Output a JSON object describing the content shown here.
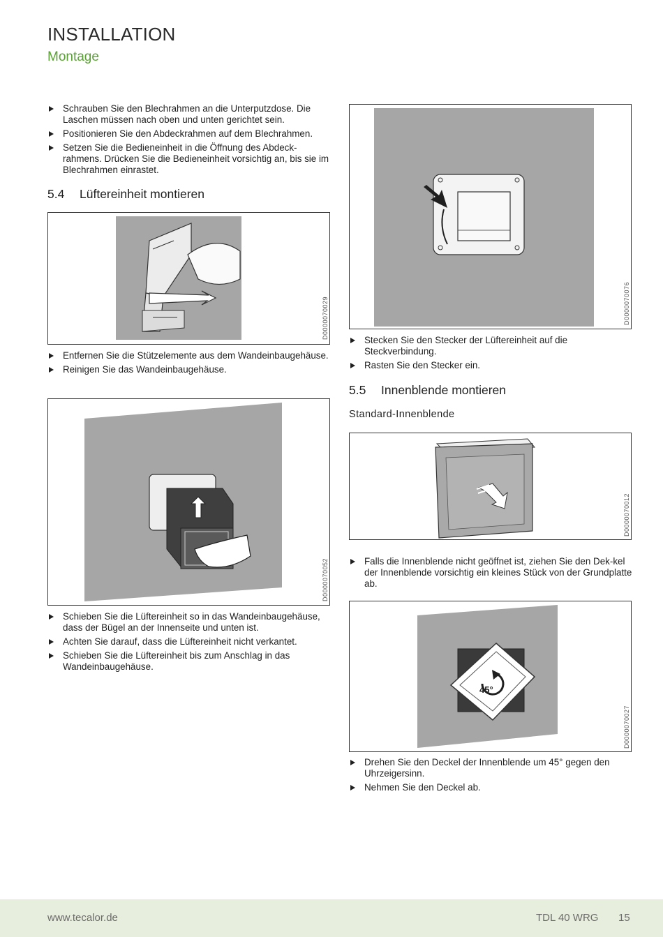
{
  "header": {
    "title": "INSTALLATION",
    "subtitle": "Montage"
  },
  "left": {
    "bullets_top": [
      "Schrauben Sie den Blechrahmen an die Unterputzdose. Die Laschen müssen nach oben und unten gerichtet sein.",
      "Positionieren Sie den Abdeckrahmen auf dem Blechrahmen.",
      "Setzen Sie die Bedieneinheit in die Öffnung des Abdeck-rahmens. Drücken Sie die Bedieneinheit vorsichtig an, bis sie im Blechrahmen einrastet."
    ],
    "section_54": {
      "number": "5.4",
      "title": "Lüftereinheit montieren"
    },
    "fig1_code": "D0000070029",
    "bullets_mid": [
      "Entfernen Sie die Stützelemente aus dem Wandeinbaugehäuse.",
      "Reinigen Sie das Wandeinbaugehäuse."
    ],
    "fig2_code": "D0000070052",
    "bullets_bottom": [
      "Schieben Sie die Lüftereinheit so in das Wandeinbaugehäuse, dass der Bügel an der Innenseite und unten ist.",
      "Achten Sie darauf, dass die Lüftereinheit nicht verkantet.",
      "Schieben Sie die Lüftereinheit bis zum Anschlag in das Wandeinbaugehäuse."
    ]
  },
  "right": {
    "fig3_code": "D0000070076",
    "bullets_a": [
      "Stecken Sie den Stecker der Lüftereinheit auf die Steckverbindung.",
      "Rasten Sie den Stecker ein."
    ],
    "section_55": {
      "number": "5.5",
      "title": "Innenblende montieren"
    },
    "subheading": "Standard-Innenblende",
    "fig4_code": "D0000070012",
    "bullets_b": [
      "Falls die Innenblende nicht geöffnet ist, ziehen Sie den Dek-kel der Innenblende vorsichtig ein kleines Stück von der Grundplatte ab."
    ],
    "fig5_code": "D0000070027",
    "fig5_label": "45°",
    "bullets_c": [
      "Drehen Sie den Deckel der Innenblende um 45° gegen den Uhrzeigersinn.",
      "Nehmen Sie den Deckel ab."
    ]
  },
  "footer": {
    "url": "www.tecalor.de",
    "model": "TDL 40 WRG",
    "page": "15"
  },
  "colors": {
    "accent": "#5aa135",
    "footer_bg": "#e8eedd",
    "figure_gray": "#a6a6a6"
  }
}
